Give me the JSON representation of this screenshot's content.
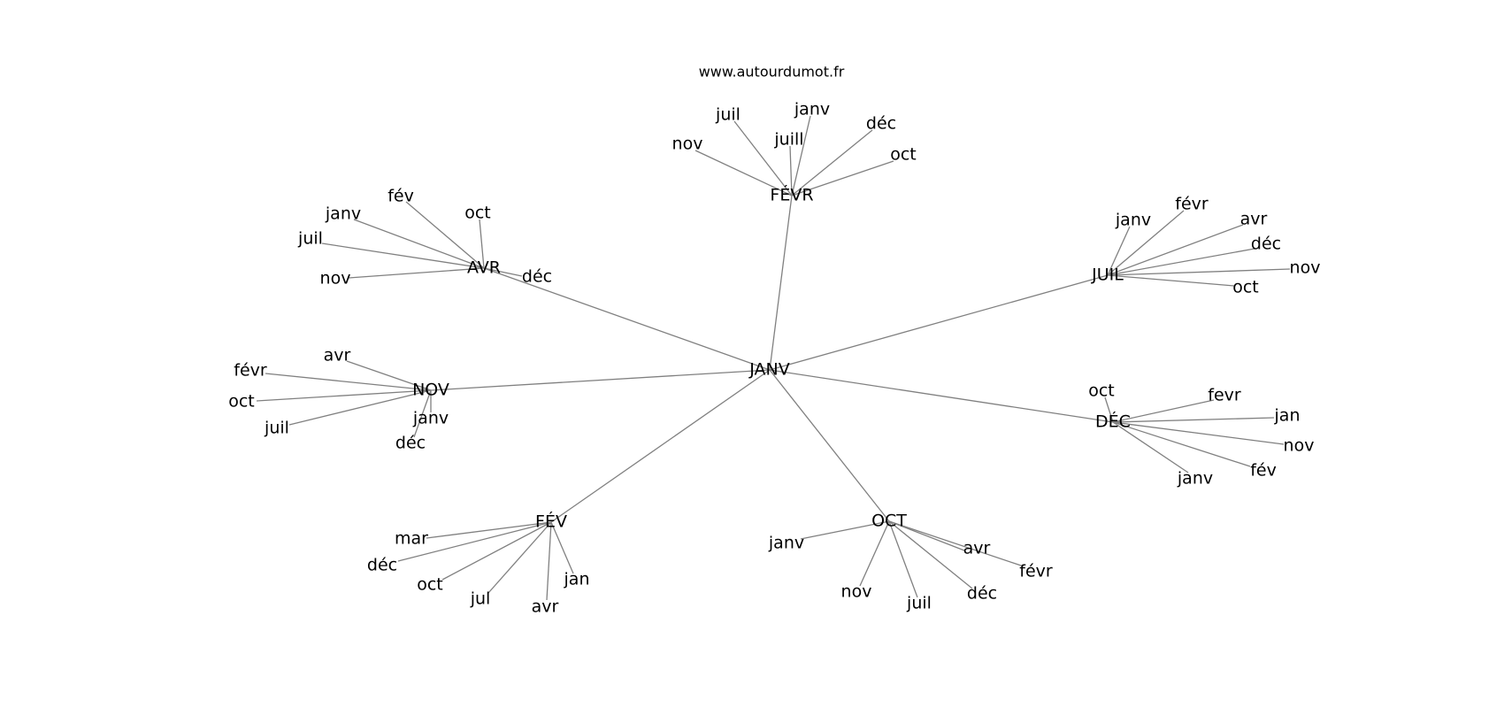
{
  "source": "www.autourdumot.fr",
  "colors": {
    "edge": "#808080",
    "text": "#000000",
    "background": "#ffffff"
  },
  "root": "JANV",
  "groups": [
    {
      "hub": "FÉVR",
      "leaves": [
        "nov",
        "juil",
        "juill",
        "janv",
        "déc",
        "oct"
      ]
    },
    {
      "hub": "AVR",
      "leaves": [
        "janv",
        "fév",
        "oct",
        "juil",
        "nov",
        "déc"
      ]
    },
    {
      "hub": "JUIL",
      "leaves": [
        "janv",
        "févr",
        "avr",
        "déc",
        "nov",
        "oct"
      ]
    },
    {
      "hub": "NOV",
      "leaves": [
        "avr",
        "févr",
        "oct",
        "juil",
        "janv",
        "déc"
      ]
    },
    {
      "hub": "DÉC",
      "leaves": [
        "oct",
        "fevr",
        "jan",
        "nov",
        "fév",
        "janv"
      ]
    },
    {
      "hub": "FÉV",
      "leaves": [
        "mar",
        "déc",
        "oct",
        "jul",
        "avr",
        "jan"
      ]
    },
    {
      "hub": "OCT",
      "leaves": [
        "janv",
        "nov",
        "juil",
        "déc",
        "avr",
        "févr"
      ]
    }
  ]
}
